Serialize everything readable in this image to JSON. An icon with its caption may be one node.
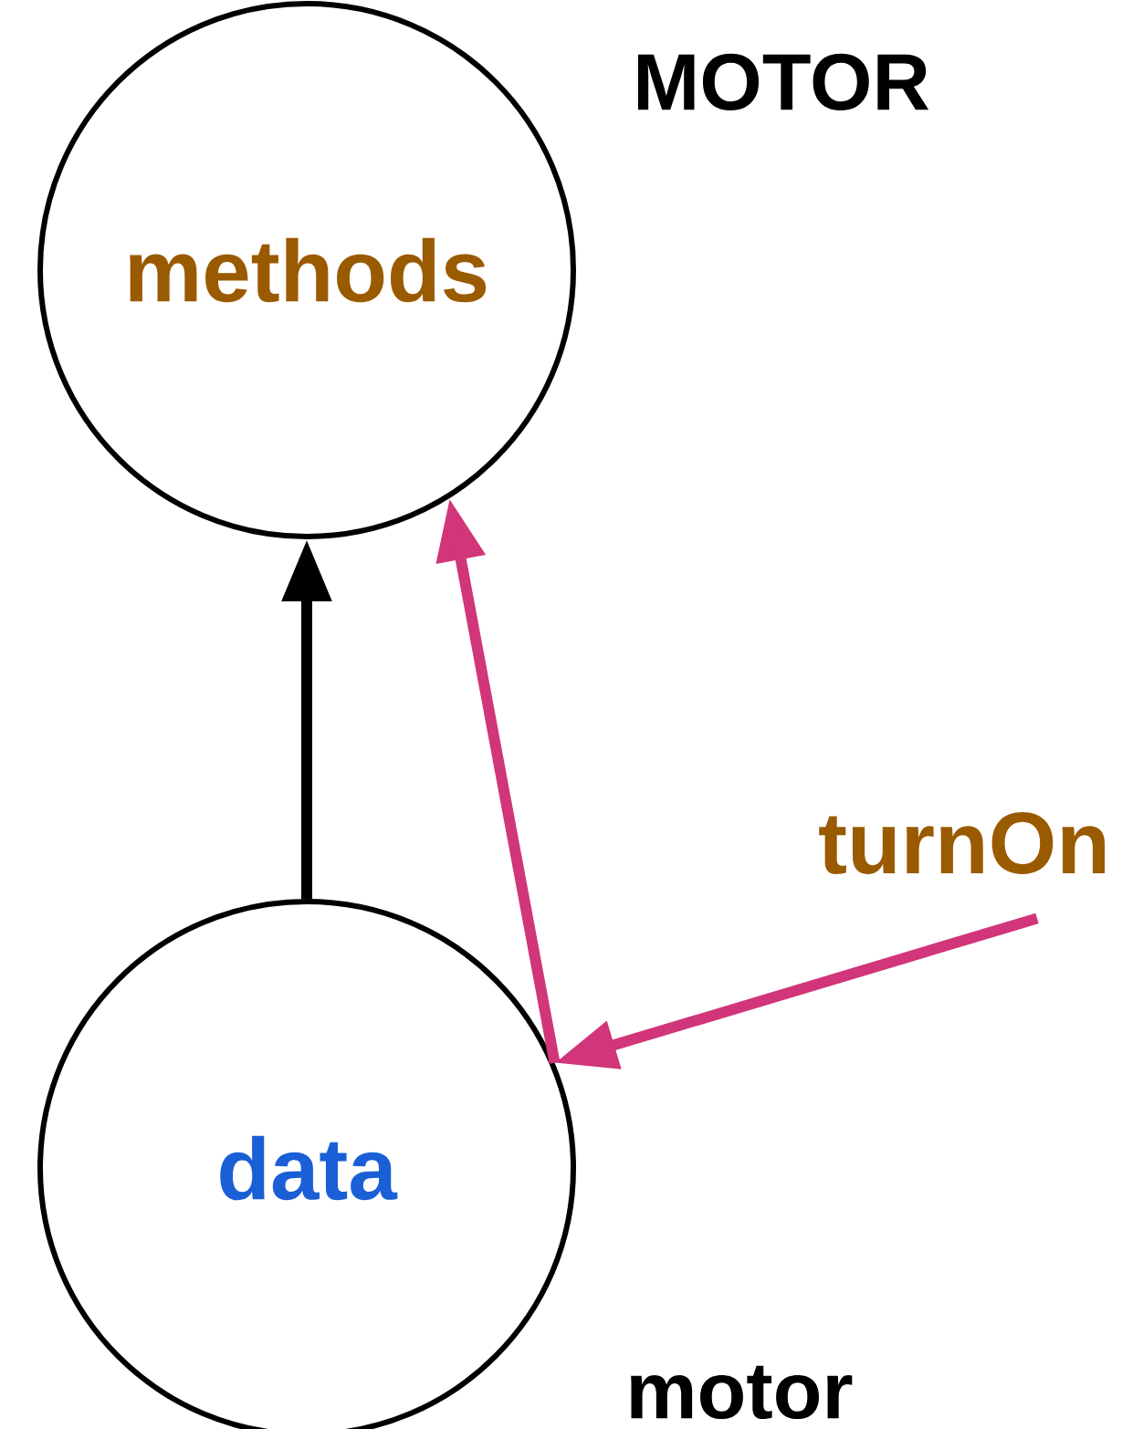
{
  "diagram": {
    "nodes": [
      {
        "text": [
          "methods"
        ],
        "beside": [
          "MOTOR"
        ]
      },
      {
        "text": [
          "data"
        ],
        "beside": [
          "motor"
        ]
      },
      {
        "text": [
          "turnOn"
        ]
      }
    ],
    "edges": [
      {
        "from": 1,
        "to": 0,
        "arrow": "to",
        "color": "#000000"
      },
      {
        "from": 2,
        "to": 1,
        "arrow": "to"
      },
      {
        "from": 1,
        "to": 0,
        "arrow": "to"
      }
    ]
  }
}
